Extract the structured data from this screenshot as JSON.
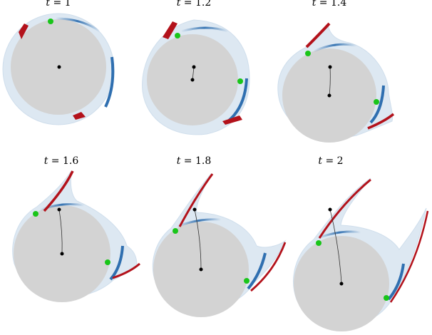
{
  "figure": {
    "panels": [
      {
        "title_var": "t",
        "title_eq": " = ",
        "title_val": "1"
      },
      {
        "title_var": "t",
        "title_eq": " = ",
        "title_val": "1.2"
      },
      {
        "title_var": "t",
        "title_eq": " = ",
        "title_val": "1.4"
      },
      {
        "title_var": "t",
        "title_eq": " = ",
        "title_val": "1.6"
      },
      {
        "title_var": "t",
        "title_eq": " = ",
        "title_val": "1.8"
      },
      {
        "title_var": "t",
        "title_eq": " = ",
        "title_val": "2"
      }
    ],
    "colors": {
      "disk": "#d3d3d3",
      "fluid": "#dde8f2",
      "fluid_edge": "#cfdeec",
      "blue_vorticity": "#2f6fb0",
      "red_vorticity": "#b3121b",
      "marker": "#19c519",
      "center": "#000000",
      "trajectory": "#333333"
    }
  }
}
